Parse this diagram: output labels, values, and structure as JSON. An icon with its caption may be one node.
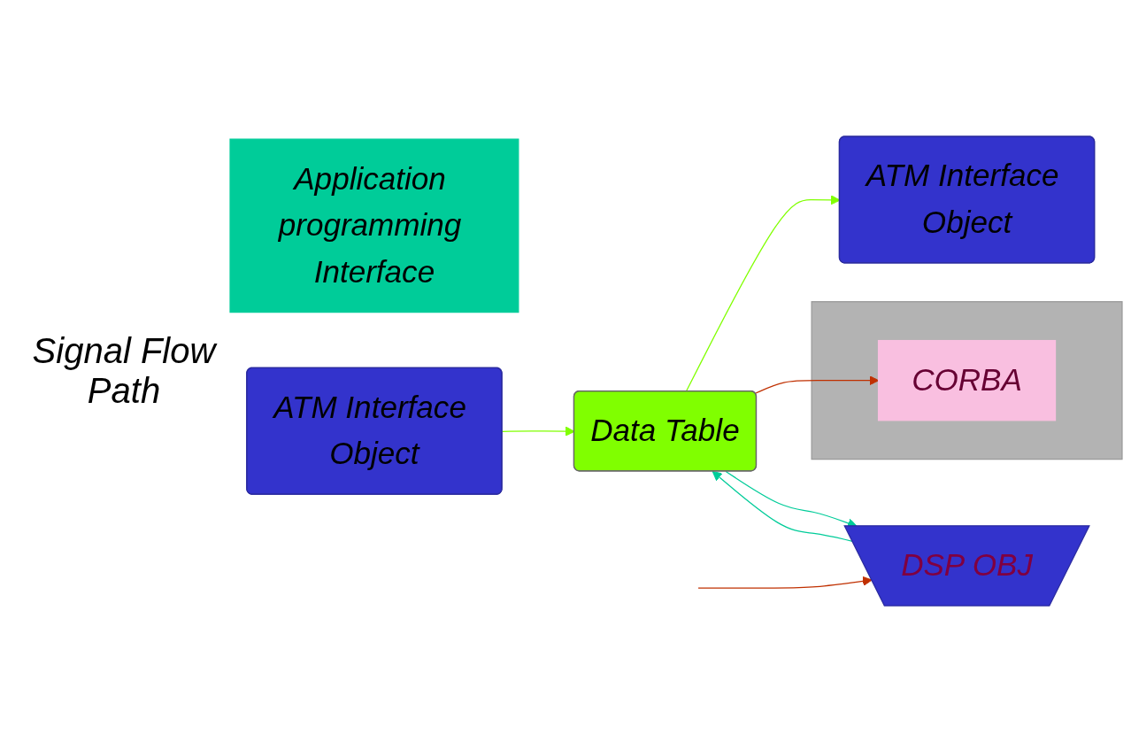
{
  "diagram": {
    "nodes": [
      {
        "text": [
          "Application programming Interface"
        ]
      },
      {
        "text": [],
        "shape": "bar"
      },
      {
        "text": [
          "CORBA"
        ],
        "in": 1
      },
      {
        "text": [
          "ATM Interface Object"
        ]
      },
      {
        "text": [
          "Data Table"
        ]
      },
      {
        "text": [
          "ATM Interface Object"
        ]
      },
      {
        "text": [
          "DSP OBJ"
        ]
      }
    ],
    "edges": [
      {
        "from": 3,
        "to": 4,
        "arrow": "to",
        "color": "#80ff00"
      },
      {
        "from": 4,
        "to": 5,
        "arrow": "to",
        "color": "#80ff00"
      },
      {
        "from": 4,
        "to": 2,
        "arrow": "to",
        "color": "#c03000"
      },
      {
        "from": 4,
        "to": 6,
        "arrow": "to",
        "color": "#00cc99"
      },
      {
        "from": 6,
        "to": 4,
        "arrow": "to",
        "color": "#00cc99"
      },
      {
        "from": null,
        "to": 6,
        "arrow": "to",
        "color": "#c03000"
      }
    ],
    "labels": [
      "Signal Flow Path"
    ]
  }
}
